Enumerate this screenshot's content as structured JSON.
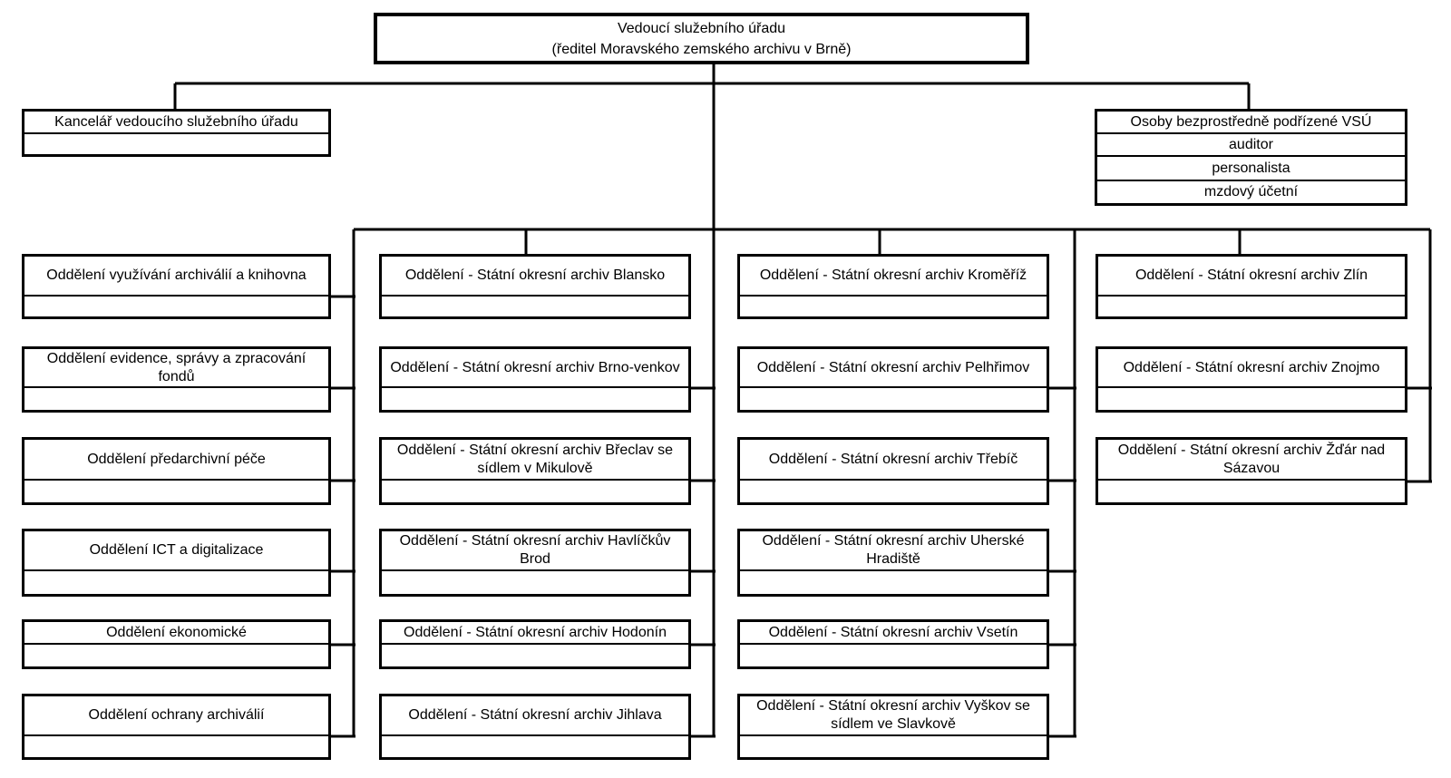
{
  "root": {
    "line1": "Vedoucí služebního úřadu",
    "line2": "(ředitel Moravského zemského archivu v Brně)"
  },
  "kancelar": {
    "title": "Kancelář vedoucího služebního úřadu"
  },
  "osoby": {
    "title": "Osoby bezprostředně podřízené VSÚ",
    "rows": [
      "auditor",
      "personalista",
      "mzdový účetní"
    ]
  },
  "columns": [
    {
      "boxes": [
        "Oddělení využívání archiválií a knihovna",
        "Oddělení evidence, správy a zpracování fondů",
        "Oddělení předarchivní péče",
        "Oddělení ICT a digitalizace",
        "Oddělení ekonomické",
        "Oddělení ochrany archiválií"
      ]
    },
    {
      "boxes": [
        "Oddělení - Státní okresní archiv Blansko",
        "Oddělení - Státní okresní archiv Brno-venkov",
        "Oddělení - Státní okresní archiv Břeclav se sídlem v Mikulově",
        "Oddělení - Státní okresní archiv Havlíčkův Brod",
        "Oddělení - Státní okresní archiv Hodonín",
        "Oddělení - Státní okresní archiv Jihlava"
      ]
    },
    {
      "boxes": [
        "Oddělení - Státní okresní archiv Kroměříž",
        "Oddělení - Státní okresní archiv Pelhřimov",
        "Oddělení - Státní okresní archiv Třebíč",
        "Oddělení - Státní okresní archiv Uherské Hradiště",
        "Oddělení - Státní okresní archiv Vsetín",
        "Oddělení - Státní okresní archiv Vyškov se sídlem ve Slavkově"
      ]
    },
    {
      "boxes": [
        "Oddělení - Státní okresní archiv Zlín",
        "Oddělení - Státní okresní archiv Znojmo",
        "Oddělení - Státní okresní archiv Žďár nad Sázavou"
      ]
    }
  ],
  "colors": {
    "line": "#000000",
    "background": "#ffffff",
    "text": "#000000"
  }
}
